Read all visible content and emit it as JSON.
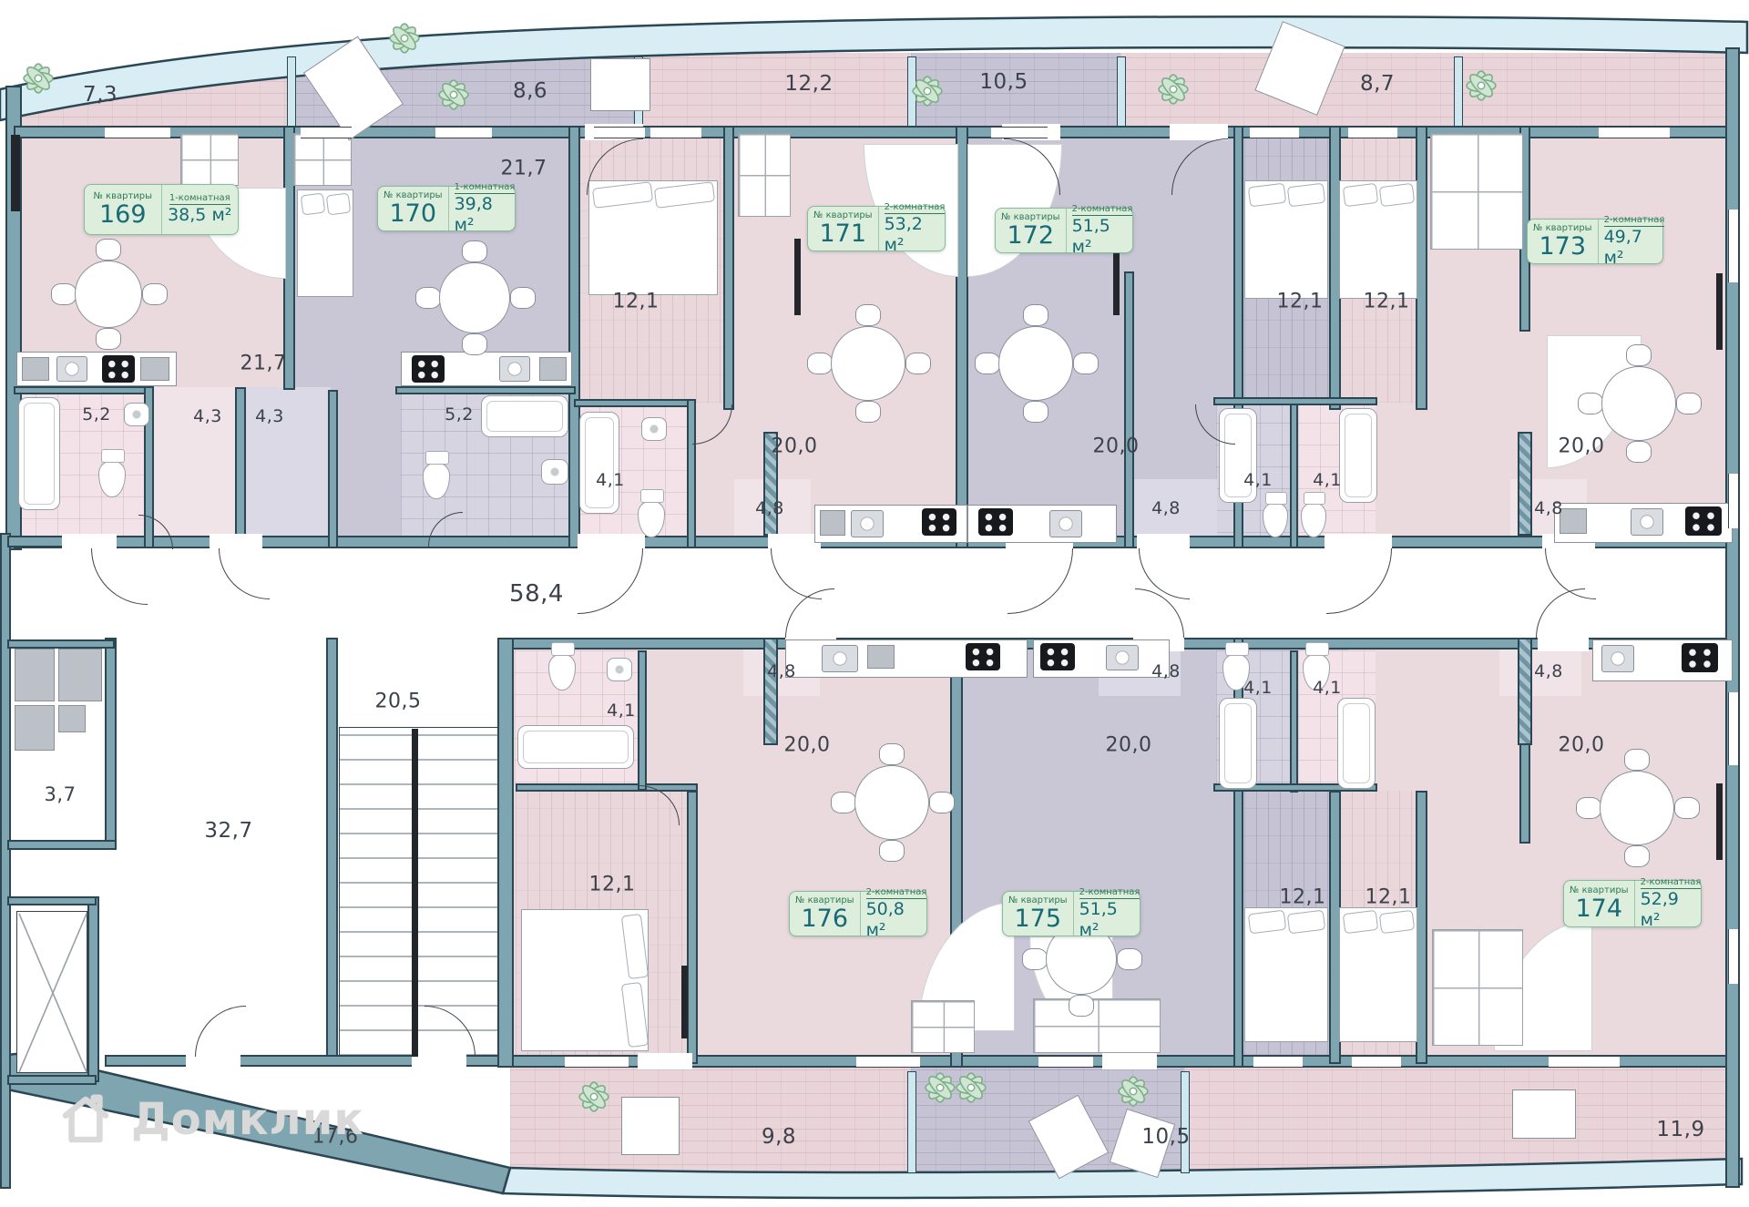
{
  "watermark": {
    "text": "Домклик"
  },
  "badge_label": "№ квартиры",
  "apartments": [
    {
      "number": "169",
      "type": "1-комнатная",
      "area": "38,5 м²"
    },
    {
      "number": "170",
      "type": "1-комнатная",
      "area": "39,8 м²"
    },
    {
      "number": "171",
      "type": "2-комнатная",
      "area": "53,2 м²"
    },
    {
      "number": "172",
      "type": "2-комнатная",
      "area": "51,5 м²"
    },
    {
      "number": "173",
      "type": "2-комнатная",
      "area": "49,7 м²"
    },
    {
      "number": "174",
      "type": "2-комнатная",
      "area": "52,9 м²"
    },
    {
      "number": "175",
      "type": "2-комнатная",
      "area": "51,5 м²"
    },
    {
      "number": "176",
      "type": "2-комнатная",
      "area": "50,8 м²"
    }
  ],
  "balconies": {
    "top": [
      "7,3",
      "8,6",
      "12,2",
      "10,5",
      "8,7"
    ],
    "bottom": [
      "9,8",
      "10,5",
      "11,9"
    ]
  },
  "corridor_area": "58,4",
  "core": {
    "tech": "3,7",
    "lobby": "32,7",
    "stairs": "20,5",
    "hall": "17,6"
  },
  "rooms": {
    "a169": {
      "living": "21,7",
      "bath": "5,2",
      "hall": "4,3"
    },
    "a170": {
      "living": "21,7",
      "bath": "5,2",
      "hall": "4,3"
    },
    "a171": {
      "bedroom": "12,1",
      "living": "20,0",
      "bath": "4,1",
      "hall": "4,8"
    },
    "a172": {
      "bedroom": "12,1",
      "living": "20,0",
      "bath": "4,1",
      "hall": "4,8"
    },
    "a173": {
      "bedroom": "12,1",
      "living": "20,0",
      "bath": "4,1",
      "hall": "4,8"
    },
    "a174": {
      "bedroom": "12,1",
      "living": "20,0",
      "bath": "4,1",
      "hall": "4,8"
    },
    "a175": {
      "bedroom": "12,1",
      "living": "20,0",
      "bath": "4,1",
      "hall": "4,8"
    },
    "a176": {
      "bedroom": "12,1",
      "living": "20,0",
      "bath": "4,1",
      "hall": "4,8"
    }
  },
  "colors": {
    "pink_room": "#eadade",
    "purple_room": "#c9c6d6",
    "wall": "#7fa5b1",
    "outline": "#2b4753",
    "ribbon": "#d9eef4",
    "badge_bg": "#ddeedd",
    "badge_border": "#8abb9b",
    "badge_number": "#176a76",
    "badge_green": "#2f7a58"
  }
}
